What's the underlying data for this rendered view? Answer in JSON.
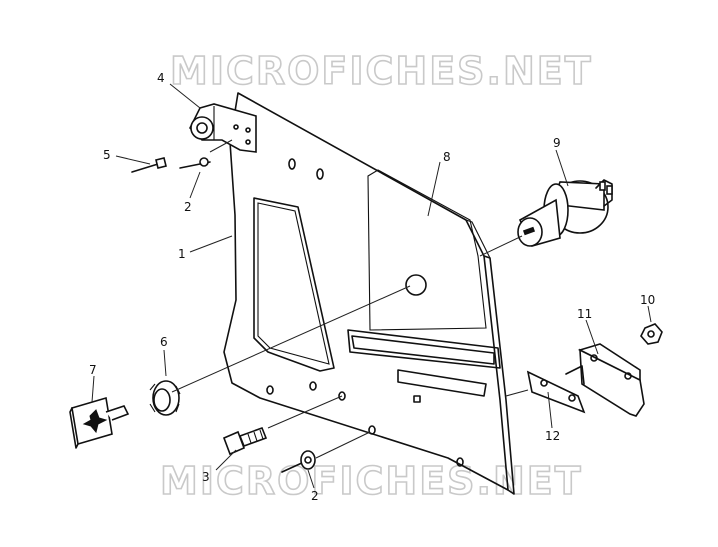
{
  "watermark": {
    "text": "MICROFICHES.NET"
  },
  "callouts": {
    "c1": "1",
    "c2a": "2",
    "c2b": "2",
    "c3": "3",
    "c4": "4",
    "c5": "5",
    "c6": "6",
    "c7": "7",
    "c8": "8",
    "c9": "9",
    "c10": "10",
    "c11": "11",
    "c12": "12"
  }
}
